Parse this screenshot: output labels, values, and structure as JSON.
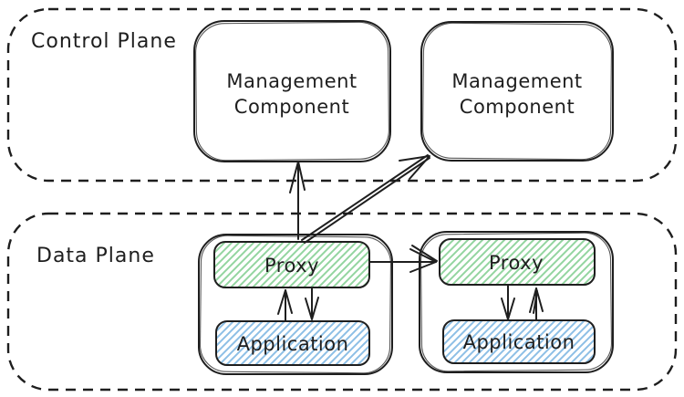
{
  "diagram": {
    "control_plane": {
      "label": "Control Plane",
      "components": [
        {
          "line1": "Management",
          "line2": "Component"
        },
        {
          "line1": "Management",
          "line2": "Component"
        }
      ]
    },
    "data_plane": {
      "label": "Data Plane",
      "pods": [
        {
          "proxy_label": "Proxy",
          "app_label": "Application"
        },
        {
          "proxy_label": "Proxy",
          "app_label": "Application"
        }
      ]
    },
    "connections": [
      {
        "from": "pod-1-proxy",
        "to": "management-component-1",
        "type": "arrow"
      },
      {
        "from": "pod-1-proxy",
        "to": "management-component-2",
        "type": "double-line-arrow"
      },
      {
        "from": "pod-1-proxy",
        "to": "pod-2-proxy",
        "type": "arrow"
      },
      {
        "from": "pod-1-application",
        "to": "pod-1-proxy",
        "type": "arrow"
      },
      {
        "from": "pod-1-proxy",
        "to": "pod-1-application",
        "type": "arrow"
      },
      {
        "from": "pod-2-proxy",
        "to": "pod-2-application",
        "type": "arrow"
      },
      {
        "from": "pod-2-application",
        "to": "pod-2-proxy",
        "type": "arrow"
      }
    ]
  },
  "colors": {
    "stroke": "#1e1e1e",
    "box_fill": "#ffffff",
    "proxy_hatch": "#93d5a0",
    "app_hatch": "#8dbfe6"
  }
}
